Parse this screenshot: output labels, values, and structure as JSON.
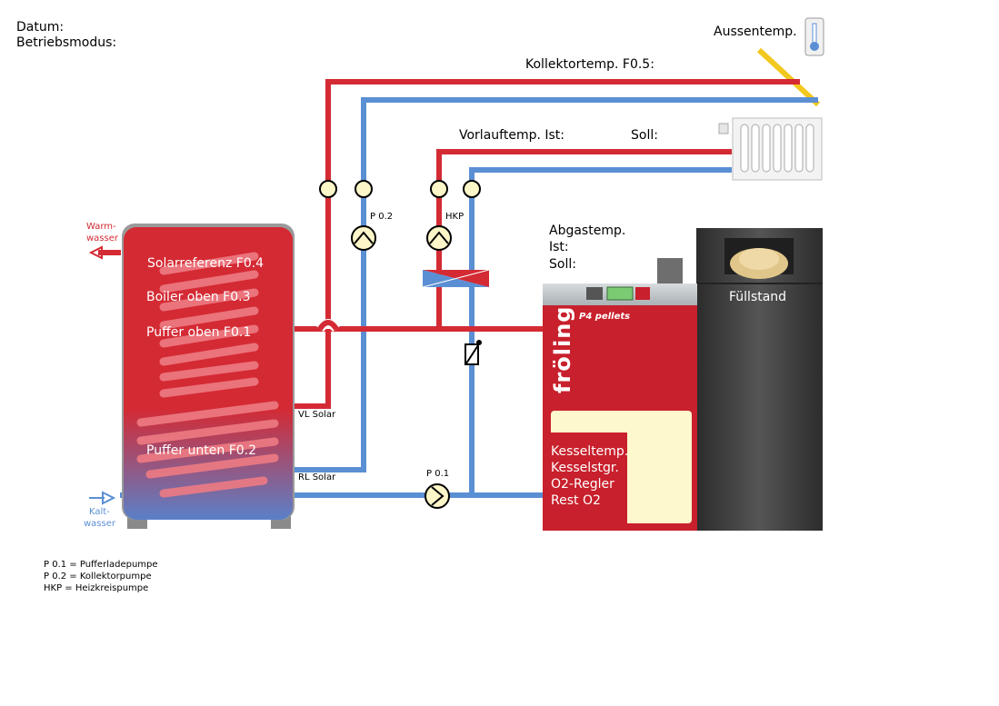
{
  "header": {
    "datum": "Datum:",
    "betriebsmodus": "Betriebsmodus:"
  },
  "labels": {
    "aussentemp": "Aussentemp.",
    "kollektortemp": "Kollektortemp. F0.5:",
    "vorlauftemp_ist": "Vorlauftemp. Ist:",
    "soll": "Soll:",
    "abgastemp": "Abgastemp.",
    "abgas_ist": "Ist:",
    "abgas_soll": "Soll:",
    "fuellstand": "Füllstand",
    "p02": "P 0.2",
    "hkp": "HKP",
    "p01": "P 0.1",
    "vl_solar": "VL Solar",
    "rl_solar": "RL Solar",
    "warmwasser_1": "Warm-",
    "warmwasser_2": "wasser",
    "kaltwasser_1": "Kalt-",
    "kaltwasser_2": "wasser"
  },
  "tank": {
    "sensors": [
      "Solarreferenz F0.4",
      "Boiler oben F0.3",
      "Puffer oben F0.1",
      "Puffer unten F0.2"
    ]
  },
  "boiler": {
    "brand": "fröling",
    "model": "P4 pellets",
    "values": [
      "Kesseltemp.",
      "Kesselstgr.",
      "O2-Regler",
      "Rest O2"
    ]
  },
  "legend": [
    "P 0.1 = Pufferladepumpe",
    "P 0.2 = Kollektorpumpe",
    "HKP = Heizkreispumpe"
  ],
  "colors": {
    "hot_pipe": "#d42a34",
    "cold_pipe": "#5b8fd4",
    "tank": "#d42a34",
    "boiler": "#c8202c",
    "display": "#fdf9cc",
    "hopper": "#3a3a3a"
  }
}
